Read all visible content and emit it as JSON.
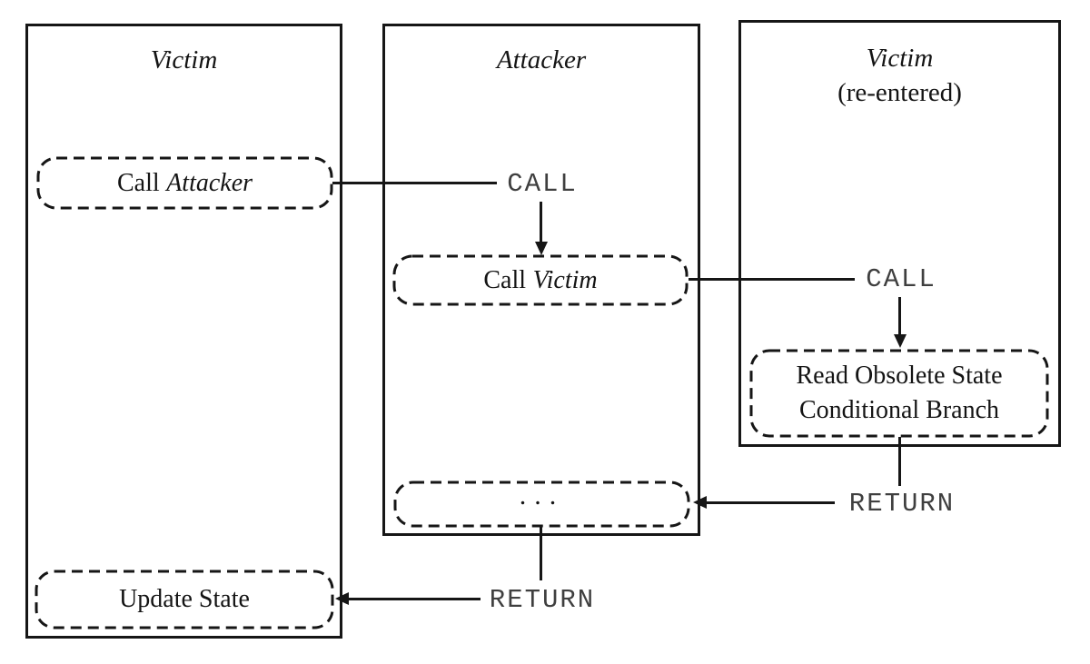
{
  "diagram": {
    "title_hint": "reentrancy attack call flow",
    "columns": [
      {
        "id": "victim",
        "title": "Victim"
      },
      {
        "id": "attacker",
        "title": "Attacker"
      },
      {
        "id": "victim_reentered",
        "title": "Victim",
        "subtitle": "(re-entered)"
      }
    ],
    "nodes": {
      "call_attacker": {
        "prefix": "Call",
        "emph": "Attacker"
      },
      "call_victim": {
        "prefix": "Call",
        "emph": "Victim"
      },
      "read_obsolete": {
        "line1": "Read Obsolete State",
        "line2": "Conditional Branch"
      },
      "dots": "...",
      "update_state": "Update State"
    },
    "edges": {
      "call1": "CALL",
      "call2": "CALL",
      "return1": "RETURN",
      "return2": "RETURN"
    },
    "colors": {
      "line": "#161616",
      "text": "#141414",
      "mono_label": "#3f3f3f",
      "background": "#ffffff"
    }
  }
}
